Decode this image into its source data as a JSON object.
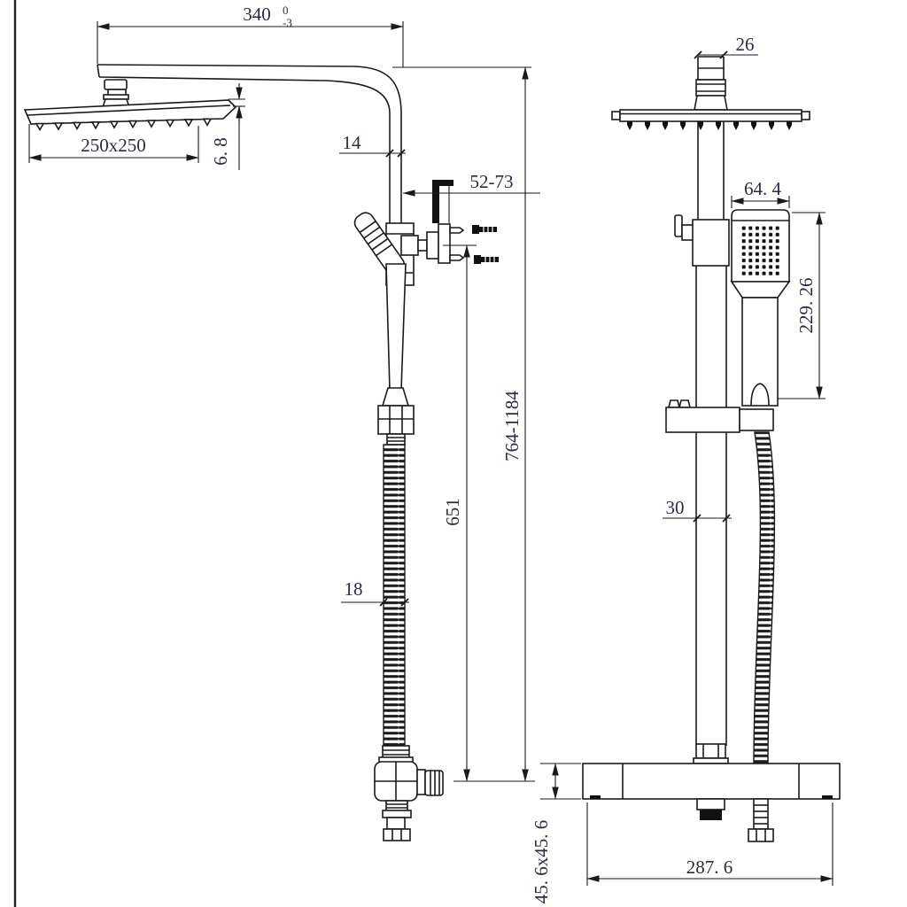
{
  "drawing_title": "shower column technical drawing",
  "colors": {
    "line": "#1a1a1a",
    "text": "#2a2a4a",
    "background": "#ffffff"
  },
  "views": {
    "side_view": {
      "dimensions": {
        "arm_reach": {
          "value": "340",
          "tol_upper": "0",
          "tol_lower": "-3"
        },
        "head_size": "250x250",
        "head_thickness": "6. 8",
        "arm_pipe_width": "14",
        "wall_offset": "52-73",
        "hose_diameter": "18",
        "lower_height": "651",
        "overall_height": "764-1184"
      }
    },
    "front_view": {
      "dimensions": {
        "top_pipe_width": "26",
        "handset_width": "64. 4",
        "handset_length": "229. 26",
        "riser_width": "30",
        "valve_section": "45. 6x45. 6",
        "valve_width": "287. 6"
      }
    }
  }
}
